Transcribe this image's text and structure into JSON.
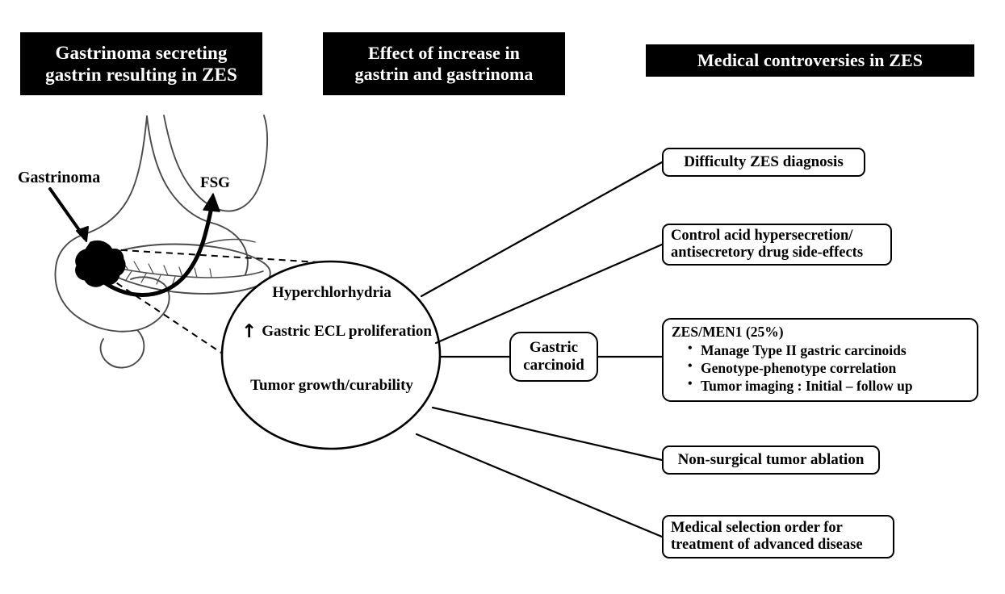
{
  "banners": {
    "left": {
      "line1": "Gastrinoma secreting",
      "line2": "gastrin resulting in ZES"
    },
    "middle": {
      "line1": "Effect of increase in",
      "line2": "gastrin and gastrinoma"
    },
    "right": {
      "line1": "Medical controversies in ZES"
    }
  },
  "anatomy": {
    "gastrinoma_label": "Gastrinoma",
    "fsg_label": "FSG",
    "gastrinoma_icon": "tumor-blob-icon",
    "pointer_icon": "arrow-icon",
    "secretion_icon": "curved-arrow-icon"
  },
  "central_node": {
    "line1": "Hyperchlorhydria",
    "line2_arrow": "↑",
    "line2a": "Gastric ECL",
    "line2b": "proliferation",
    "line3a": "Tumor",
    "line3b": "growth/curability"
  },
  "intermediate_node": {
    "line1": "Gastric",
    "line2": "carcinoid"
  },
  "controversies": [
    {
      "id": "diagnosis",
      "line1": "Difficulty ZES diagnosis"
    },
    {
      "id": "acid",
      "line1": "Control acid hypersecretion/",
      "line2": "antisecretory drug side-effects"
    },
    {
      "id": "men1",
      "title": "ZES/MEN1 (25%)",
      "bullets": [
        "Manage Type II gastric carcinoids",
        "Genotype-phenotype correlation",
        "Tumor imaging : Initial – follow up"
      ]
    },
    {
      "id": "ablation",
      "line1": "Non-surgical tumor ablation"
    },
    {
      "id": "selection",
      "line1": "Medical selection order for",
      "line2": "treatment of advanced disease"
    }
  ],
  "colors": {
    "banner_background": "#000000",
    "banner_text": "#ffffff",
    "stroke": "#000000",
    "anatomy_outline": "#4a4a4a",
    "tumor_fill": "#000000",
    "page_background": "#ffffff"
  }
}
